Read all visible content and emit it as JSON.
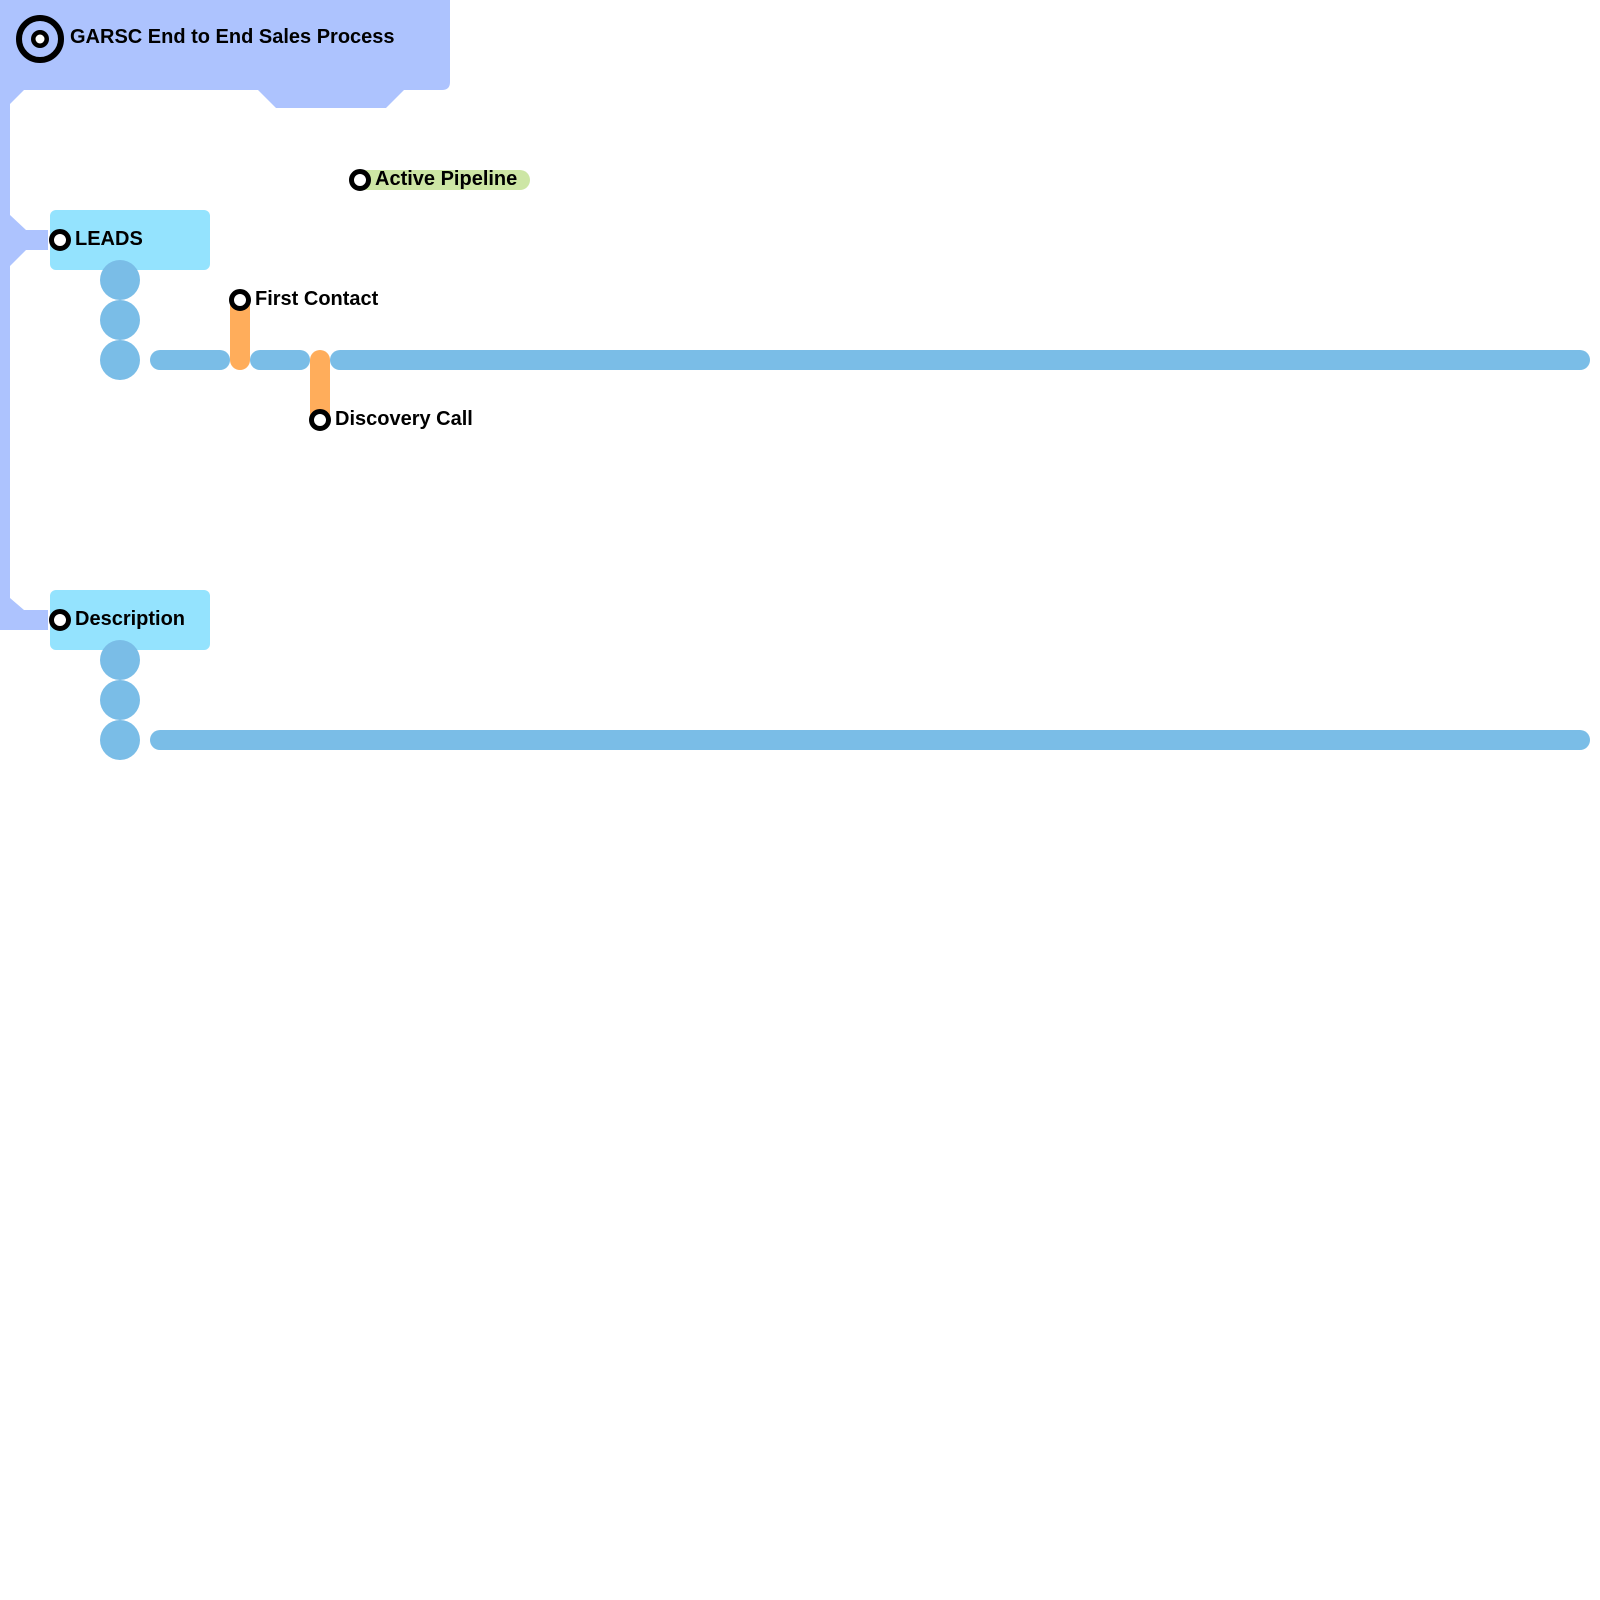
{
  "diagram": {
    "title": "GARSC End to End Sales Process",
    "colors": {
      "frame": "#adc3fe",
      "section_box": "#94e3fe",
      "track": "#7abde7",
      "connector": "#ffad5b",
      "pipeline_badge": "#cde6a5",
      "station_ring": "#000000",
      "station_fill": "#ffffff"
    },
    "sections": [
      {
        "label": "LEADS"
      },
      {
        "label": "Description"
      }
    ],
    "stations": [
      {
        "label": "Active Pipeline",
        "kind": "badge"
      },
      {
        "label": "First Contact",
        "kind": "connector-up"
      },
      {
        "label": "Discovery Call",
        "kind": "connector-down"
      }
    ]
  }
}
